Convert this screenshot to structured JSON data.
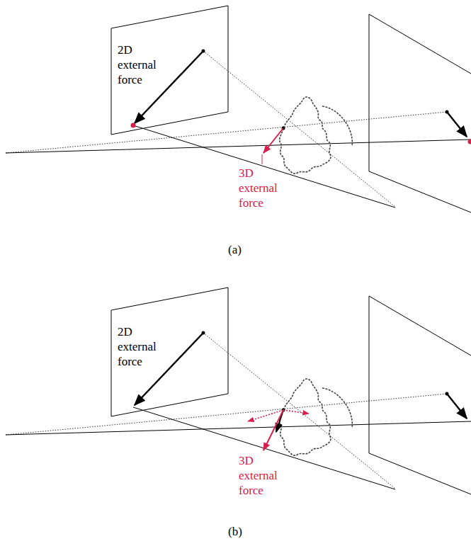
{
  "diagram": {
    "labels": [
      "2D external force",
      "3D external force",
      "(a)",
      "2D external force",
      "3D external force",
      "(b)"
    ]
  }
}
